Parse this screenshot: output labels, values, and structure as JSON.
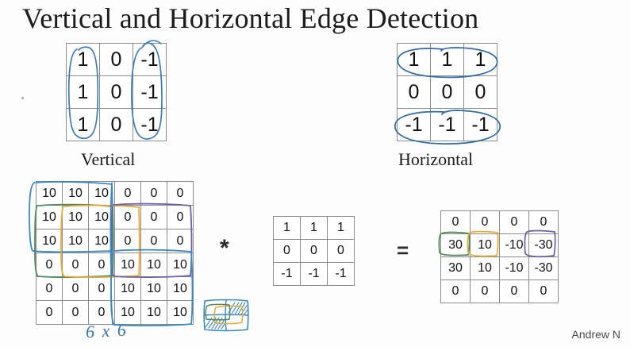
{
  "slide": {
    "title": "Vertical and Horizontal Edge Detection",
    "author": "Andrew N",
    "size_label": "6 x 6",
    "conv_operator": "*",
    "equals_operator": "="
  },
  "vertical_filter": {
    "caption": "Vertical",
    "rows": [
      [
        "1",
        "0",
        "-1"
      ],
      [
        "1",
        "0",
        "-1"
      ],
      [
        "1",
        "0",
        "-1"
      ]
    ],
    "annotation_color": "#3d7ab8",
    "annotation_shape": "vertical-ellipses-on-col1-and-col3"
  },
  "horizontal_filter": {
    "caption": "Horizontal",
    "rows": [
      [
        "1",
        "1",
        "1"
      ],
      [
        "0",
        "0",
        "0"
      ],
      [
        "-1",
        "-1",
        "-1"
      ]
    ],
    "annotation_color": "#2f6ba8",
    "annotation_shape": "horizontal-ellipses-on-row1-and-row3"
  },
  "input_matrix": {
    "rows": [
      [
        "10",
        "10",
        "10",
        "0",
        "0",
        "0"
      ],
      [
        "10",
        "10",
        "10",
        "0",
        "0",
        "0"
      ],
      [
        "10",
        "10",
        "10",
        "0",
        "0",
        "0"
      ],
      [
        "0",
        "0",
        "0",
        "10",
        "10",
        "10"
      ],
      [
        "0",
        "0",
        "0",
        "10",
        "10",
        "10"
      ],
      [
        "0",
        "0",
        "0",
        "10",
        "10",
        "10"
      ]
    ]
  },
  "conv_filter": {
    "rows": [
      [
        "1",
        "1",
        "1"
      ],
      [
        "0",
        "0",
        "0"
      ],
      [
        "-1",
        "-1",
        "-1"
      ]
    ]
  },
  "output_matrix": {
    "rows": [
      [
        "0",
        "0",
        "0",
        "0"
      ],
      [
        "30",
        "10",
        "-10",
        "-30"
      ],
      [
        "30",
        "10",
        "-10",
        "-30"
      ],
      [
        "0",
        "0",
        "0",
        "0"
      ]
    ]
  },
  "highlight_colors": {
    "blue": "#3d86c6",
    "green": "#4e8a5a",
    "orange": "#e8a93a",
    "purple": "#6b5ea8"
  },
  "sketch": {
    "description": "checkerboard-edge-sketch",
    "stroke_color": "#3d86c6"
  }
}
